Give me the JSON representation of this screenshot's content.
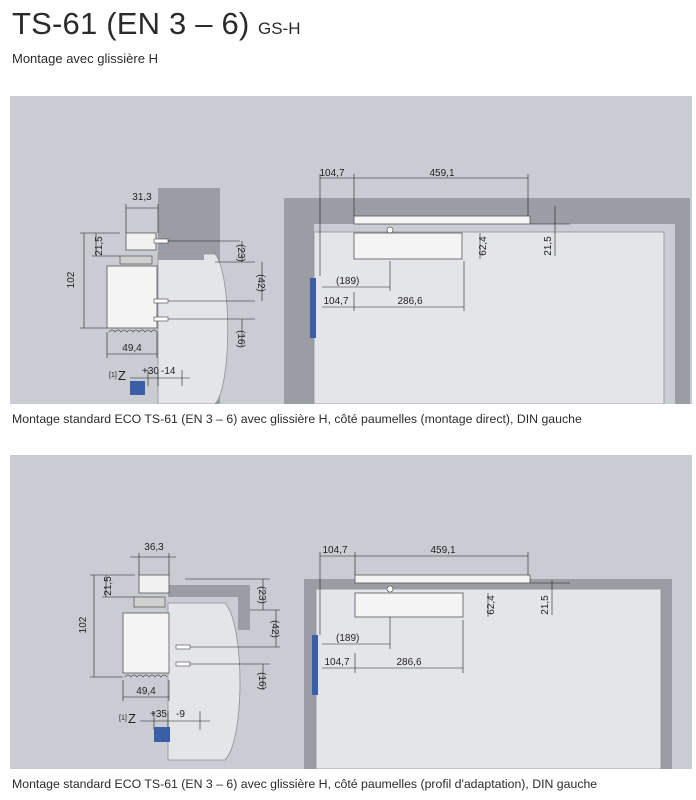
{
  "header": {
    "title": "TS-61 (EN 3 – 6)",
    "title_suffix": "GS-H",
    "subtitle": "Montage avec glissière H"
  },
  "diagrams": [
    {
      "caption": "Montage standard ECO TS-61 (EN 3 – 6) avec glissière H, côté paumelles (montage direct), DIN gauche",
      "side": {
        "width_top": "31,3",
        "h_21": "21,5",
        "h_102": "102",
        "d_23": "(23)",
        "d_42": "(42)",
        "d_16": "(16)",
        "w_49": "49,4",
        "z_label": "Z",
        "z_ref": "[1]",
        "z_plus": "+30",
        "z_minus": "-14"
      },
      "front": {
        "top_left": "104,7",
        "top_right": "459,1",
        "vert_a": "62,4",
        "vert_b": "21,5",
        "arm": "(189)",
        "bot_left": "104,7",
        "bot_right": "286,6"
      }
    },
    {
      "caption": "Montage standard ECO TS-61 (EN 3 – 6) avec glissière H, côté paumelles (profil d'adaptation), DIN gauche",
      "side": {
        "width_top": "36,3",
        "h_21": "21,5",
        "h_102": "102",
        "d_23": "(23)",
        "d_42": "(42)",
        "d_16": "(16)",
        "w_49": "49,4",
        "z_label": "Z",
        "z_ref": "[1]",
        "z_plus": "+35",
        "z_minus": "-9"
      },
      "front": {
        "top_left": "104,7",
        "top_right": "459,1",
        "vert_a": "62,4",
        "vert_b": "21,5",
        "arm": "(189)",
        "bot_left": "104,7",
        "bot_right": "286,6"
      }
    }
  ],
  "colors": {
    "panel": "#c9ccd3",
    "wall": "#9a9da4",
    "door": "#e4e5e9",
    "hinge": "#3a5fa6",
    "line": "#1f1f1f"
  }
}
